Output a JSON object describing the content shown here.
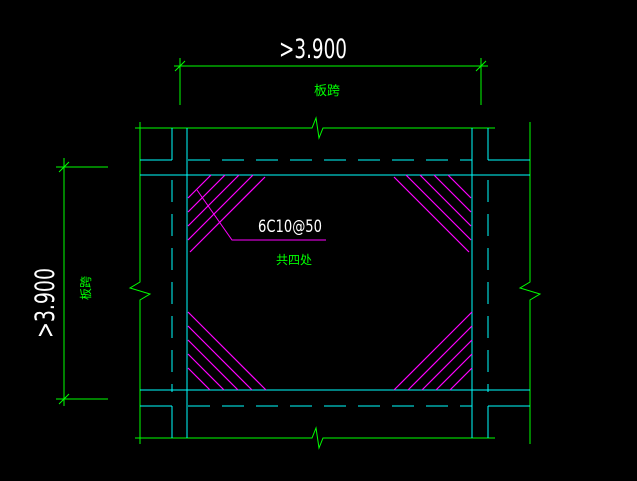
{
  "colors": {
    "background": "#000000",
    "dimension": "#00ff00",
    "beam": "#00ffff",
    "rebar": "#ff00ff",
    "text": "#ffffff"
  },
  "top_dimension": {
    "value": ">3.900",
    "label": "板跨"
  },
  "left_dimension": {
    "value": ">3.900",
    "label": "板跨"
  },
  "rebar_callout": {
    "spec": "6C10@50",
    "note": "共四处"
  }
}
